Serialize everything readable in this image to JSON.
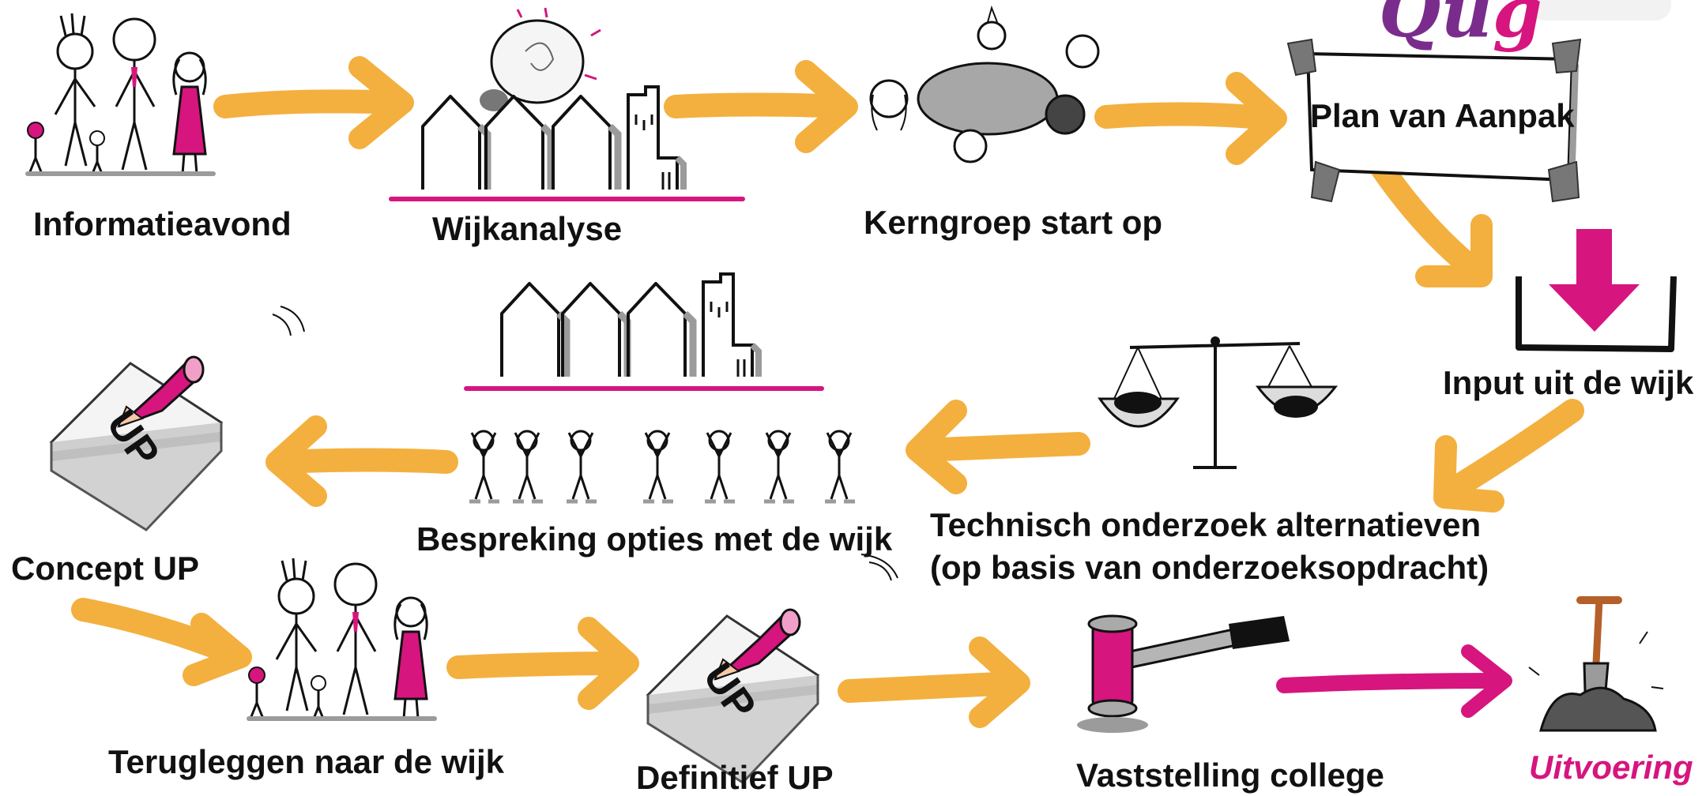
{
  "brand": {
    "text": "Qu",
    "accent": "g",
    "color_primary": "#7a2c8c",
    "color_accent": "#d6157e"
  },
  "colors": {
    "arrow": "#f3b03f",
    "accent": "#d6157e",
    "grey": "#9b9b9b",
    "ink": "#111111"
  },
  "steps": {
    "informatieavond": "Informatieavond",
    "wijkanalyse": "Wijkanalyse",
    "kerngroep": "Kerngroep start op",
    "plan_title": "Plan van Aanpak",
    "input": "Input uit de wijk",
    "technisch_line1": "Technisch onderzoek alternatieven",
    "technisch_line2": "(op basis van onderzoeksopdracht)",
    "bespreking": "Bespreking opties met de wijk",
    "concept": "Concept UP",
    "terugleggen": "Terugleggen naar de wijk",
    "definitief": "Definitief UP",
    "vaststelling": "Vaststelling college",
    "uitvoering": "Uitvoering"
  },
  "document_mark": "UP"
}
